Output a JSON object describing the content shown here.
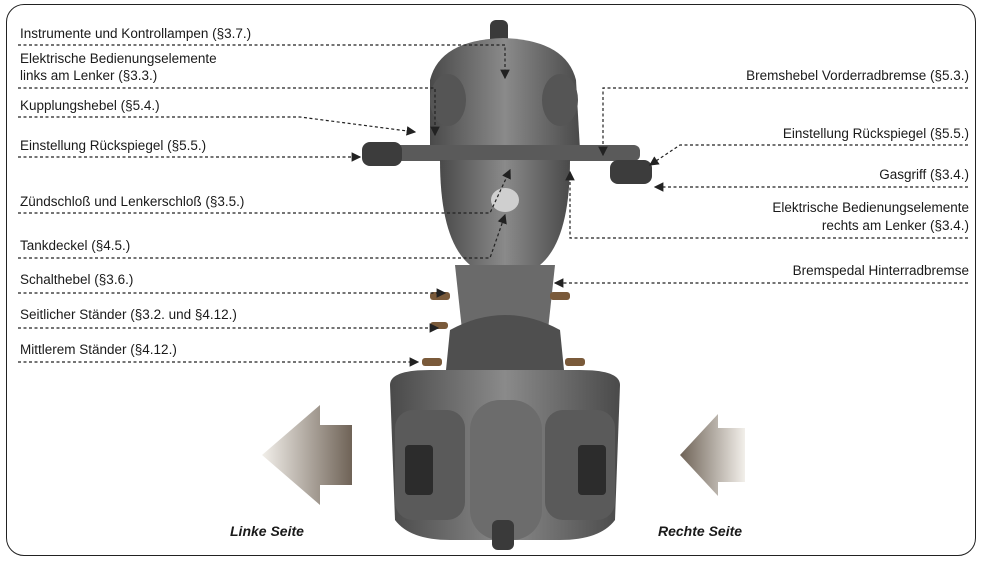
{
  "labels": {
    "left": {
      "instruments": "Instrumente und Kontrollampen (§3.7.)",
      "elec_left_line1": "Elektrische Bedienungselemente",
      "elec_left_line2": "links am Lenker (§3.3.)",
      "clutch": "Kupplungshebel (§5.4.)",
      "mirror_left": "Einstellung Rückspiegel (§5.5.)",
      "ignition": "Zündschloß und Lenkerschloß (§3.5.)",
      "tank_cap": "Tankdeckel (§4.5.)",
      "gear_lever": "Schalthebel (§3.6.)",
      "side_stand": "Seitlicher Ständer (§3.2. und §4.12.)",
      "center_stand": "Mittlerem Ständer (§4.12.)"
    },
    "right": {
      "front_brake": "Bremshebel Vorderradbremse (§5.3.)",
      "mirror_right": "Einstellung Rückspiegel (§5.5.)",
      "throttle": "Gasgriff (§3.4.)",
      "elec_right_line1": "Elektrische Bedienungselemente",
      "elec_right_line2": "rechts am Lenker (§3.4.)",
      "rear_brake": "Bremspedal Hinterradbremse"
    }
  },
  "sides": {
    "left": "Linke Seite",
    "right": "Rechte Seite"
  },
  "colors": {
    "leader_line": "#222222",
    "bike_body": "#6e6e6e",
    "arrow_light": "#eae6e0",
    "arrow_dark": "#7a6e62"
  }
}
